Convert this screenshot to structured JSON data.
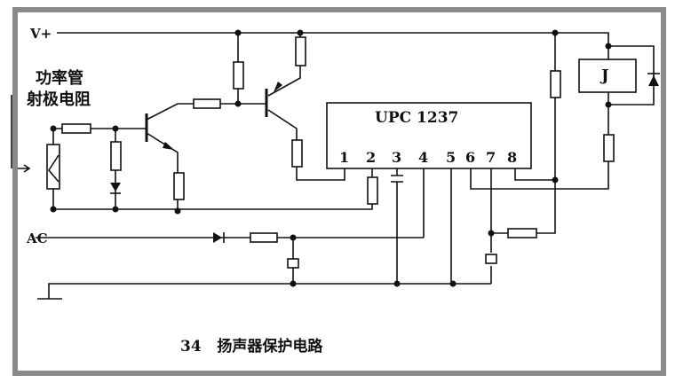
{
  "labels": {
    "vplus": "V+",
    "ac": "AC",
    "sensor_line1": "功率管",
    "sensor_line2": "射极电阻",
    "relay": "J",
    "ic_name": "UPC 1237",
    "pins": [
      "1",
      "2",
      "3",
      "4",
      "5",
      "6",
      "7",
      "8"
    ],
    "caption": "34   扬声器保护电路"
  }
}
